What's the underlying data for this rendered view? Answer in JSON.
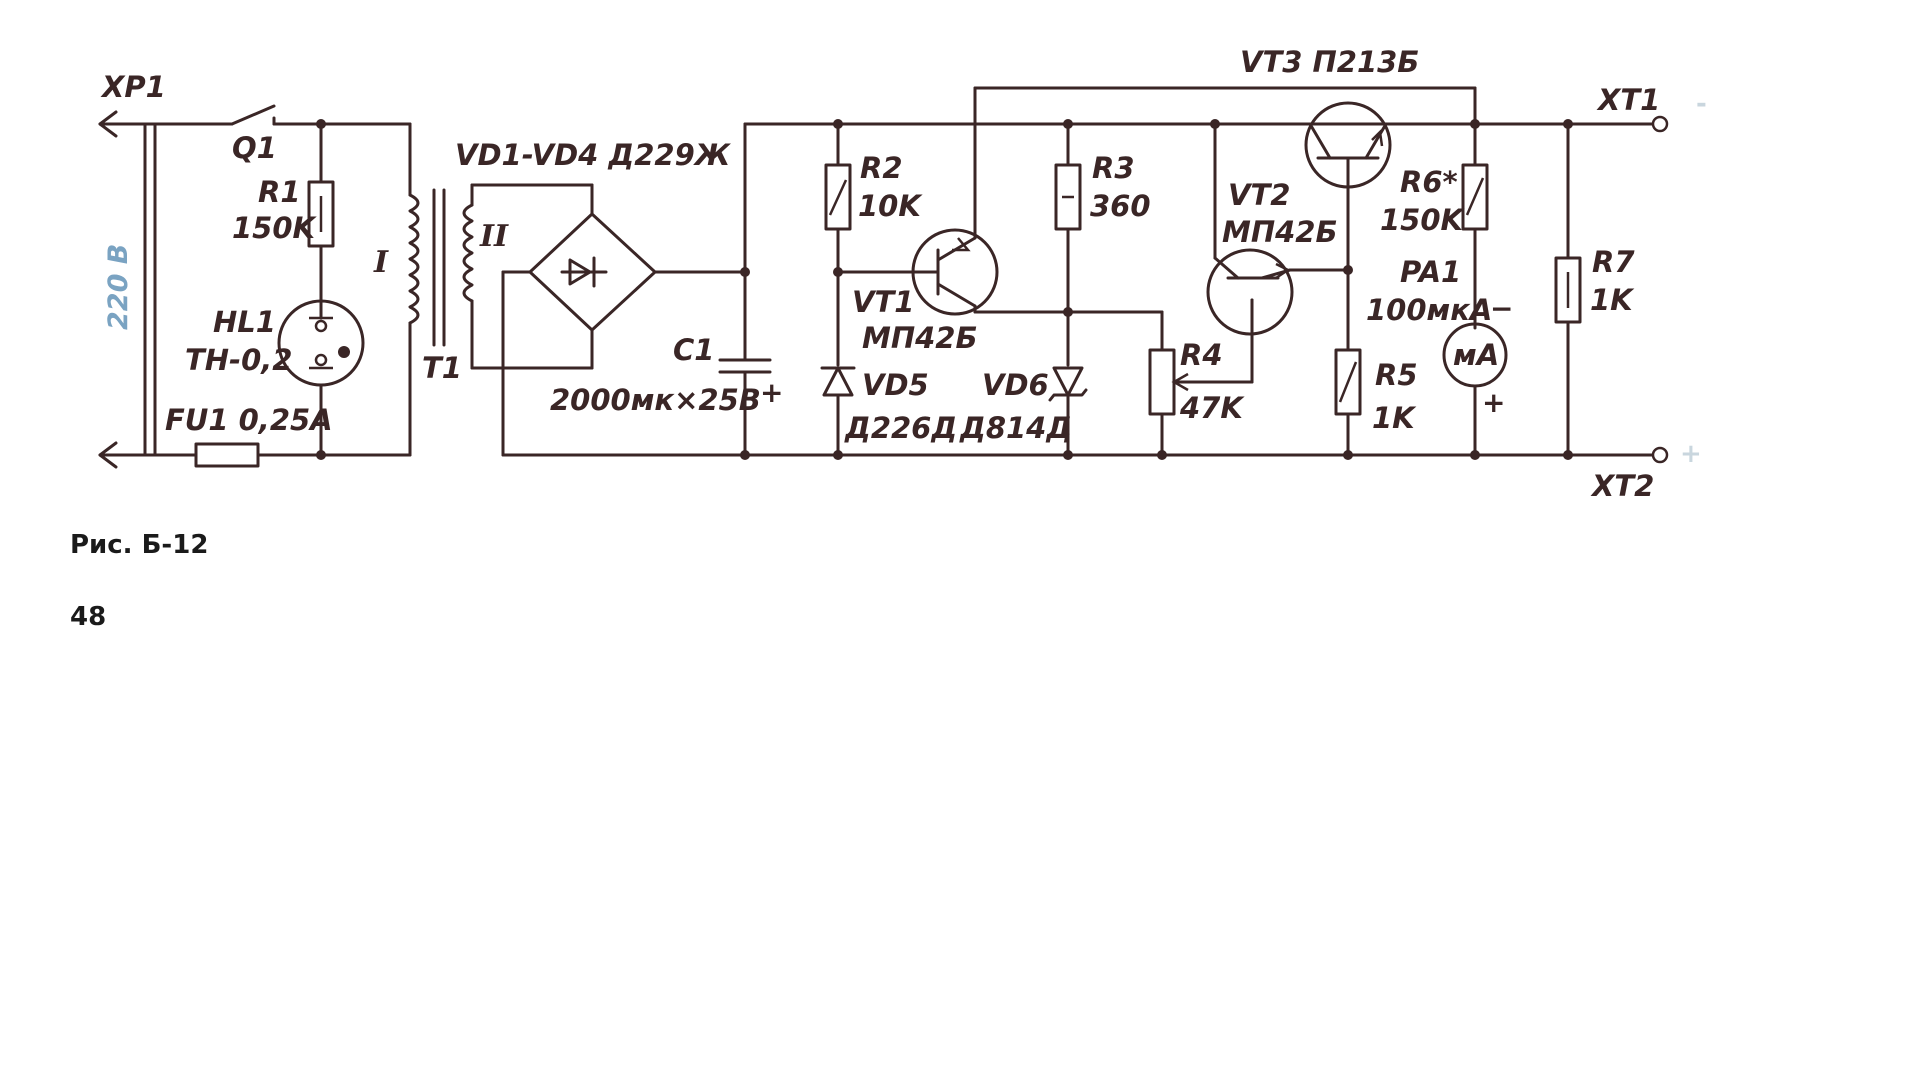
{
  "labels": {
    "xp1": "XP1",
    "q1": "Q1",
    "r1": "R1",
    "r1_val": "150K",
    "voltage": "220 B",
    "hl1": "HL1",
    "hl1_val": "TH-0,2",
    "winding1": "I",
    "winding2": "II",
    "t1": "T1",
    "fu1": "FU1 0,25A",
    "vd1_vd4": "VD1-VD4 Д229Ж",
    "c1": "C1",
    "c1_val": "2000мк×25B",
    "plus": "+",
    "minus": "−",
    "r2": "R2",
    "r2_val": "10K",
    "vt1": "VT1",
    "vt1_val": "МП42Б",
    "vd5": "VD5",
    "vd5_val": "Д226Д",
    "vd6": "VD6",
    "vd6_val": "Д814Д",
    "r3": "R3",
    "r3_val": "360",
    "r4": "R4",
    "r4_val": "47K",
    "vt2": "VT2",
    "vt2_val": "МП42Б",
    "vt3": "VT3  П213Б",
    "r5": "R5",
    "r5_val": "1K",
    "r6": "R6*",
    "r6_val": "150K",
    "pa1": "PA1",
    "pa1_val": "100мкА",
    "ma": "мА",
    "r7": "R7",
    "r7_val": "1K",
    "xt1": "XT1",
    "xt2": "XT2"
  },
  "caption": "Рис.  Б-12",
  "page_number": "48",
  "colors": {
    "ink": "#3a2626",
    "voltage_label": "#7aa3c2"
  }
}
